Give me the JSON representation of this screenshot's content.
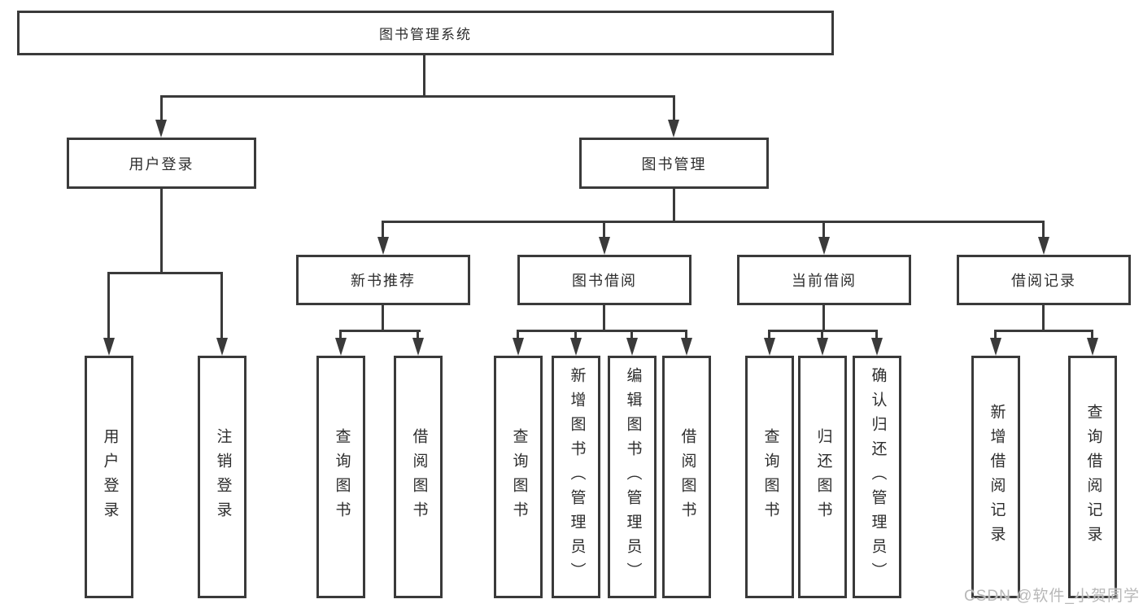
{
  "diagram": {
    "nodes": {
      "root": "图书管理系统",
      "user_login": "用户登录",
      "book_mgmt": "图书管理",
      "new_books": "新书推荐",
      "book_borrow": "图书借阅",
      "current_borrow": "当前借阅",
      "borrow_records": "借阅记录",
      "leaf_user_login": "用户登录",
      "leaf_logout": "注销登录",
      "leaf_nb_query": "查询图书",
      "leaf_nb_borrow": "借阅图书",
      "leaf_bw_query": "查询图书",
      "leaf_bw_add": "新增图书（管理员）",
      "leaf_bw_edit": "编辑图书（管理员）",
      "leaf_bw_borrow": "借阅图书",
      "leaf_cur_query": "查询图书",
      "leaf_cur_return": "归还图书",
      "leaf_cur_confirm": "确认归还（管理员）",
      "leaf_rec_add": "新增借阅记录",
      "leaf_rec_query": "查询借阅记录"
    },
    "watermark": "CSDN @软件_小贺同学",
    "colors": {
      "line": "#3a3a3a",
      "text": "#2d2d2d",
      "background": "#ffffff",
      "watermark": "#b8b8b8"
    }
  }
}
